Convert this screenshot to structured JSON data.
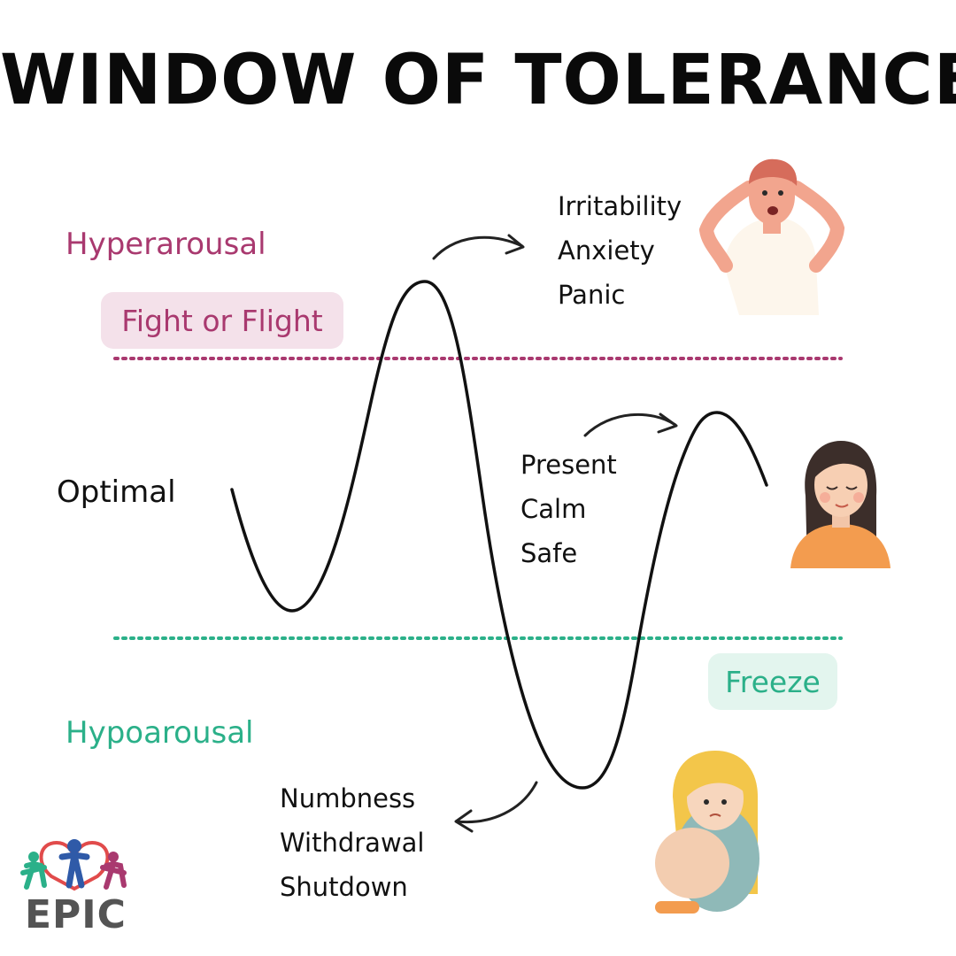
{
  "title": "WINDOW OF TOLERANCE",
  "zones": {
    "hyperarousal": {
      "label": "Hyperarousal",
      "state": "Fight or Flight",
      "words": [
        "Irritability",
        "Anxiety",
        "Panic"
      ],
      "color": "#a9396f"
    },
    "optimal": {
      "label": "Optimal",
      "words": [
        "Present",
        "Calm",
        "Safe"
      ]
    },
    "hypoarousal": {
      "label": "Hypoarousal",
      "state": "Freeze",
      "words": [
        "Numbness",
        "Withdrawal",
        "Shutdown"
      ],
      "color": "#2bb089"
    }
  },
  "logo": {
    "text": "EPIC",
    "colors": [
      "#2bb089",
      "#2f5aa8",
      "#a9396f",
      "#e14b4b"
    ]
  },
  "icons": [
    "stressed-man-illustration",
    "calm-woman-illustration",
    "withdrawn-girl-illustration",
    "epic-logo"
  ]
}
